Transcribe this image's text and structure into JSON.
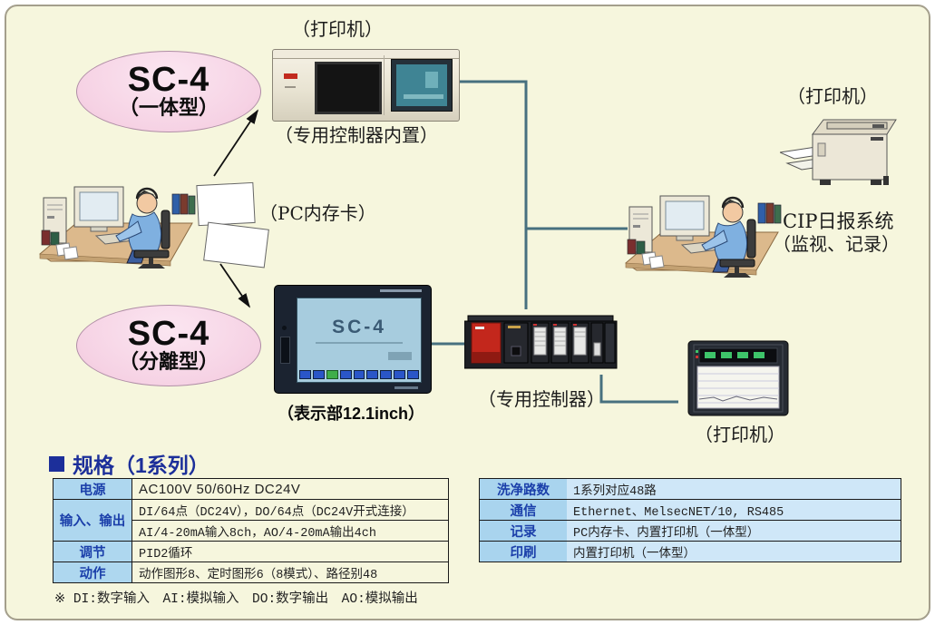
{
  "colors": {
    "frame_bg": "#f6f6dd",
    "frame_border": "#a49f8c",
    "ellipse_pink": "#f6d2e4",
    "connector_teal": "#47707f",
    "heading_navy": "#1c2f9a",
    "table_label_bg": "#aed7ef",
    "table_value_bg_right": "#cfe7f8",
    "table_label_text": "#1b3faa",
    "panel_button_blue": "#2a56c8",
    "panel_button_green": "#3fae4a",
    "plc_red_module": "#c3271c"
  },
  "diagram": {
    "integrated": {
      "title": "SC-4",
      "subtitle": "（一体型）"
    },
    "separate": {
      "title": "SC-4",
      "subtitle": "（分離型）"
    },
    "labels": {
      "top_printer": "（打印机）",
      "controller_builtin": "（专用控制器内置）",
      "pc_card": "（PC内存卡）",
      "display_size": "（表示部12.1inch）",
      "dedicated_controller": "（专用控制器）",
      "right_printer": "（打印机）",
      "cip_system": "CIP日报系统",
      "cip_system_sub": "（监视、记录）",
      "recorder_printer": "（打印机）"
    },
    "panel_screen_title": "SC-4"
  },
  "spec": {
    "heading": "规格（1系列）",
    "left_table": {
      "rows": [
        {
          "label": "电源",
          "value": "AC100V 50/60Hz DC24V"
        },
        {
          "label": "输入、输出",
          "value1": "DI/64点（DC24V），DO/64点（DC24V开式连接）",
          "value2": "AI/4-20mA输入8ch，AO/4-20mA输出4ch"
        },
        {
          "label": "调节",
          "value": "PID2循环"
        },
        {
          "label": "动作",
          "value": "动作图形8、定时图形6（8模式）、路径别48"
        }
      ]
    },
    "right_table": {
      "rows": [
        {
          "label": "洗净路数",
          "value": "1系列对应48路"
        },
        {
          "label": "通信",
          "value": "Ethernet、MelsecNET/10, RS485"
        },
        {
          "label": "记录",
          "value": "PC内存卡、内置打印机（一体型）"
        },
        {
          "label": "印刷",
          "value": "内置打印机（一体型）"
        }
      ]
    },
    "footnote": "※ DI:数字输入　AI:模拟输入　DO:数字输出　AO:模拟输出"
  }
}
